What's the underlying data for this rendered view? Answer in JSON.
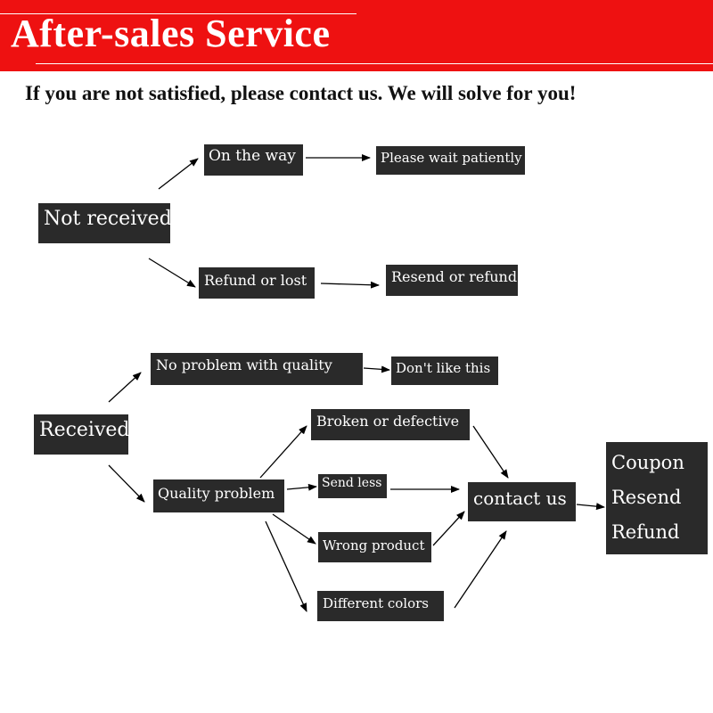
{
  "banner": {
    "title": "After-sales Service",
    "color": "#ee1111"
  },
  "subtitle": "If you are not satisfied, please contact us. We will solve for you!",
  "diagram": {
    "box_color": "#2a2a2a",
    "not_received": {
      "root": "Not received",
      "on_the_way": "On the way",
      "please_wait": "Please wait patiently",
      "refund_or_lost": "Refund or lost",
      "resend_or_refund": "Resend or refund"
    },
    "received": {
      "root": "Received",
      "no_problem": "No problem with quality",
      "dont_like": "Don't like this",
      "quality_problem": "Quality problem",
      "broken": "Broken or defective",
      "send_less": "Send less",
      "wrong_product": "Wrong product",
      "different_colors": "Different colors",
      "contact_us": "contact us",
      "outcomes": [
        "Coupon",
        "Resend",
        "Refund"
      ]
    }
  }
}
